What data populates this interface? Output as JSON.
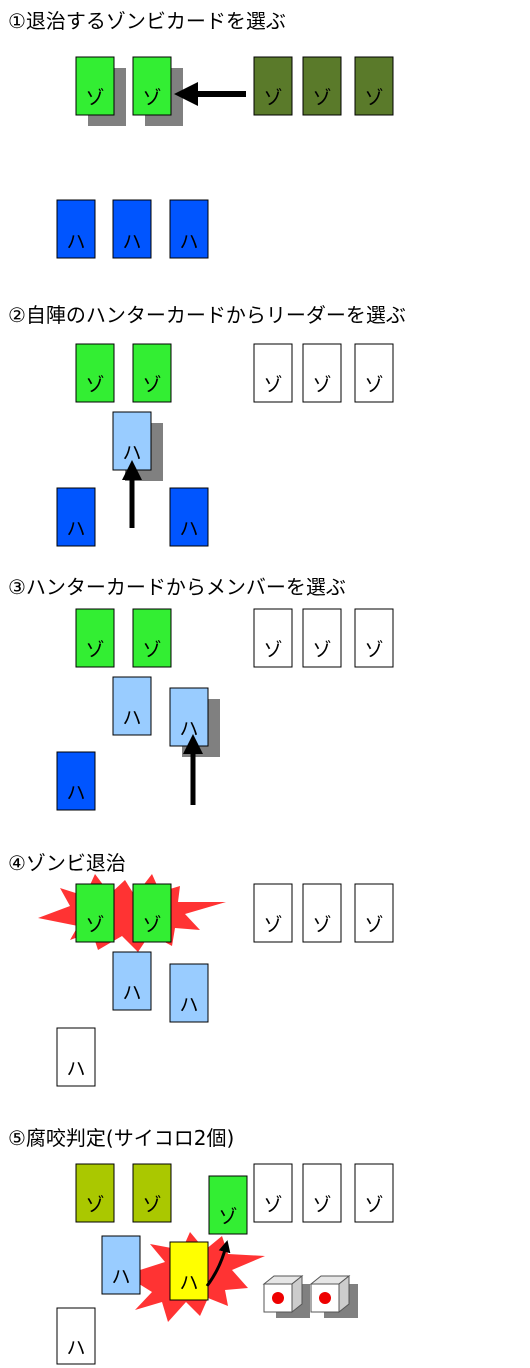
{
  "steps": [
    {
      "title": "①退治するゾンビカードを選ぶ"
    },
    {
      "title": "②自陣のハンターカードからリーダーを選ぶ"
    },
    {
      "title": "③ハンターカードからメンバーを選ぶ"
    },
    {
      "title": "④ゾンビ退治"
    },
    {
      "title": "⑤腐咬判定(サイコロ2個)"
    }
  ],
  "card_labels": {
    "zombie": "ゾ",
    "hunter": "ハ"
  },
  "colors": {
    "zombie_selected": "#33ee33",
    "zombie_dark": "#5a7a2a",
    "zombie_olive": "#aac800",
    "hunter_blue": "#0055ff",
    "hunter_light": "#99ccff",
    "hunter_yellow": "#ffff00",
    "blank": "#ffffff",
    "shadow": "#808080",
    "burst": "#ff3333",
    "die_pip": "#ee0000"
  },
  "icons": [
    "left-arrow-icon",
    "up-arrow-icon",
    "burst-icon",
    "curved-arrow-icon",
    "die-icon"
  ]
}
